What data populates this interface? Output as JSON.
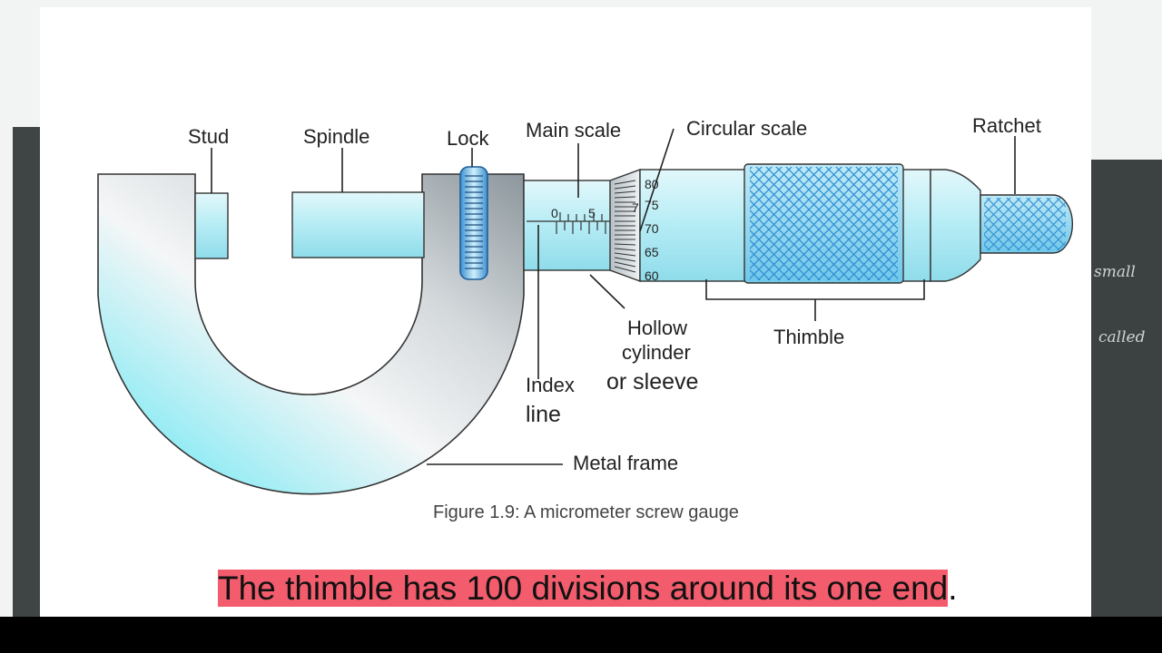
{
  "labels": {
    "stud": "Stud",
    "spindle": "Spindle",
    "lock": "Lock",
    "main_scale": "Main scale",
    "circular_scale": "Circular scale",
    "ratchet": "Ratchet",
    "hollow_cylinder_1": "Hollow",
    "hollow_cylinder_2": "cylinder",
    "hollow_cylinder_3": "or sleeve",
    "thimble": "Thimble",
    "index_line_1": "Index",
    "index_line_2": "line",
    "metal_frame": "Metal frame"
  },
  "main_scale_numbers": [
    "0",
    "5"
  ],
  "circular_scale_numbers": [
    "80",
    "75",
    "70",
    "65",
    "60"
  ],
  "circular_scale_partial": "7",
  "caption": "Figure 1.9: A micrometer screw gauge",
  "subtitle": {
    "highlighted": "The thimble has 100 divisions around its one end",
    "trailing": "."
  },
  "chalkboard_text": [
    "small",
    "called"
  ],
  "colors": {
    "cyan_light": "#c5f1f8",
    "cyan_mid": "#84dcea",
    "knurl_blue": "#4aa8de",
    "highlight": "#f25c6c"
  }
}
